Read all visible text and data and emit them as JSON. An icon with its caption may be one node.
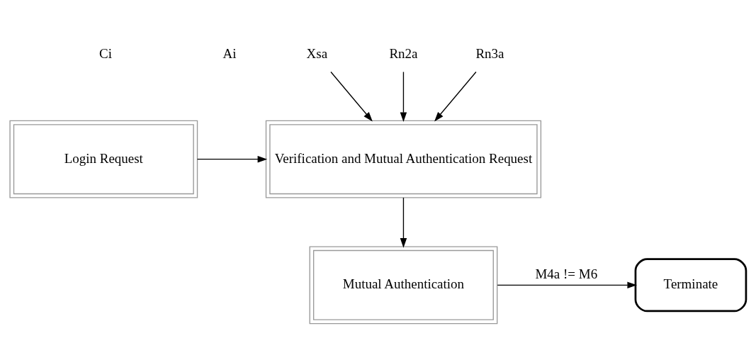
{
  "diagram": {
    "nodes": [
      {
        "text": [
          "Login Request"
        ]
      },
      {
        "text": [
          "Verification and Mutual Authentication Request"
        ]
      },
      {
        "text": [
          "Mutual Authentication"
        ]
      },
      {
        "text": [
          "Terminate"
        ]
      },
      {
        "text": [
          "Xsa"
        ]
      },
      {
        "text": [
          "Rn2a"
        ]
      },
      {
        "text": [
          "Rn3a"
        ]
      }
    ],
    "edges": [
      {
        "from": 0,
        "to": 1,
        "arrow": "to"
      },
      {
        "from": 1,
        "to": 2,
        "arrow": "to"
      },
      {
        "from": 2,
        "to": 3,
        "arrow": "to",
        "label": "M4a != M6"
      },
      {
        "from": 4,
        "to": 1,
        "arrow": "to"
      },
      {
        "from": 5,
        "to": 1,
        "arrow": "to"
      },
      {
        "from": 6,
        "to": 1,
        "arrow": "to"
      }
    ],
    "labels": [
      "Ci",
      "Ai"
    ]
  }
}
